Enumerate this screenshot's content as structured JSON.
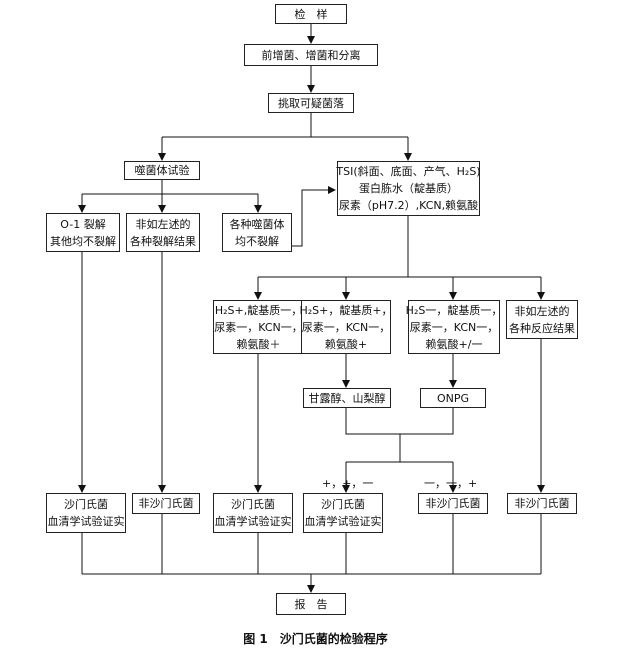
{
  "diagram": {
    "nodes": {
      "sample": [
        "检　样"
      ],
      "enrich": [
        "前增菌、增菌和分离"
      ],
      "pick": [
        "挑取可疑菌落"
      ],
      "phage": [
        "噬菌体试验"
      ],
      "tsi": [
        "TSI(斜面、底面、产气、H₂S)",
        "蛋白胨水（靛基质）",
        "尿素（pH7.2）,KCN,赖氨酸"
      ],
      "o1": [
        "O-1 裂解",
        "其他均不裂解"
      ],
      "other_lysis": [
        "非如左述的",
        "各种裂解结果"
      ],
      "no_lysis": [
        "各种噬菌体",
        "均不裂解"
      ],
      "r1": [
        "H₂S+,靛基质一，",
        "尿素一，KCN一，",
        "赖氨酸＋"
      ],
      "r2": [
        "H₂S+，靛基质+，",
        "尿素一，KCN一，",
        "赖氨酸+"
      ],
      "r3": [
        "H₂S一，靛基质一，",
        "尿素一，KCN一，",
        "赖氨酸+/一"
      ],
      "r4": [
        "非如左述的",
        "各种反应结果"
      ],
      "sugar": [
        "甘露醇、山梨醇"
      ],
      "onpg": [
        "ONPG"
      ],
      "c1": [
        "沙门氏菌",
        "血清学试验证实"
      ],
      "c2": [
        "非沙门氏菌"
      ],
      "c3": [
        "沙门氏菌",
        "血清学试验证实"
      ],
      "c4": [
        "沙门氏菌",
        "血清学试验证实"
      ],
      "c5": [
        "非沙门氏菌"
      ],
      "c6": [
        "非沙门氏菌"
      ],
      "report": [
        "报　告"
      ]
    },
    "labels": {
      "plus": "+，+，一",
      "minus": "一，一，+"
    },
    "caption": "图 1　沙门氏菌的检验程序"
  }
}
